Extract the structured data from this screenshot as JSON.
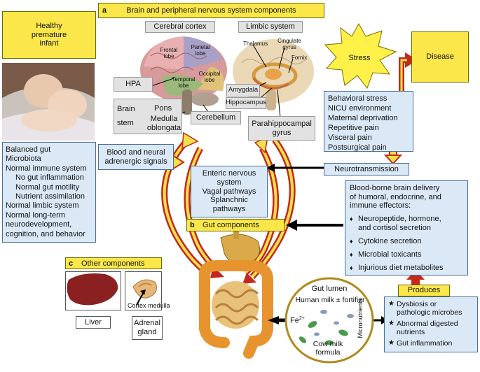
{
  "panel_a": {
    "letter": "a",
    "title": "Brain and peripheral nervous system components",
    "cerebral_cortex": "Cerebral cortex",
    "limbic_system": "Limbic system",
    "brain_labels": {
      "frontal": "Frontal\nlobe",
      "parietal": "Parietal\nlobe",
      "temporal": "Temporal\nlobe",
      "occipital": "Occipital\nlobe",
      "thalamus": "Thalamus",
      "cingulate": "Cingulate\ngyrus",
      "fornix": "Fornix"
    },
    "hpa": "HPA",
    "brain_stem": "Brain\nstem",
    "pons": "Pons",
    "medulla": "Medulla\noblongata",
    "cerebellum": "Cerebellum",
    "amygdala": "Amygdala",
    "hippocampus": "Hippocampus",
    "parahippocampal": "Parahippocampal\ngyrus"
  },
  "stress": "Stress",
  "disease": "Disease",
  "stressors": [
    "Behavioral stress",
    "NICU environment",
    "Maternal deprivation",
    "Repetitive pain",
    "Visceral pain",
    "Postsurgical pain"
  ],
  "healthy_infant": "Healthy\npremature\ninfant",
  "healthy_list": [
    {
      "text": "Balanced gut",
      "indent": false
    },
    {
      "text": "Microbiota",
      "indent": false
    },
    {
      "text": "Normal immune system",
      "indent": false
    },
    {
      "text": "No gut inflammation",
      "indent": true
    },
    {
      "text": "Normal gut motility",
      "indent": true
    },
    {
      "text": "Nutrient assimilation",
      "indent": true
    },
    {
      "text": "Normal limbic system",
      "indent": false
    },
    {
      "text": "Normal long-term",
      "indent": false
    },
    {
      "text": "neurodevelopment,",
      "indent": false
    },
    {
      "text": "cognition, and behavior",
      "indent": false
    }
  ],
  "blood_neural": "Blood and neural\nadrenergic signals",
  "enteric": "Enteric nervous\nsystem\nVagal pathways\nSplanchnic\npathways",
  "neurotransmission": "Neurotransmission",
  "blood_borne": {
    "heading": "Blood-borne brain delivery\nof humoral, endocrine, and\nimmune effectors:",
    "items": [
      "Neuropeptide, hormone,\nand cortisol secretion",
      "Cytokine secretion",
      "Microbial toxicants",
      "Injurious diet metabolites"
    ],
    "bullet": "♦"
  },
  "panel_b": {
    "letter": "b",
    "title": "Gut components"
  },
  "panel_c": {
    "letter": "c",
    "title": "Other components",
    "liver": "Liver",
    "cortex_medulla": "Cortex medulla",
    "adrenal": "Adrenal\ngland"
  },
  "gut_lumen": {
    "title": "Gut lumen",
    "human_milk": "Human milk ± fortifier",
    "fe": "Fe",
    "fe_sup": "2+",
    "micronutrients": "Micronutrients",
    "cow_milk": "Cow milk\nformula"
  },
  "produces": "Produces",
  "produces_items": [
    "Dysbiosis or\npathologic microbes",
    "Abnormal digested\nnutrients",
    "Gut inflammation"
  ],
  "star": "★",
  "colors": {
    "yellow": "#fbe74a",
    "light_blue": "#dbe9f7",
    "arrow_red": "#c4281c",
    "arrow_yellow": "#f4e04a",
    "lumen_border": "#b08a1c"
  }
}
